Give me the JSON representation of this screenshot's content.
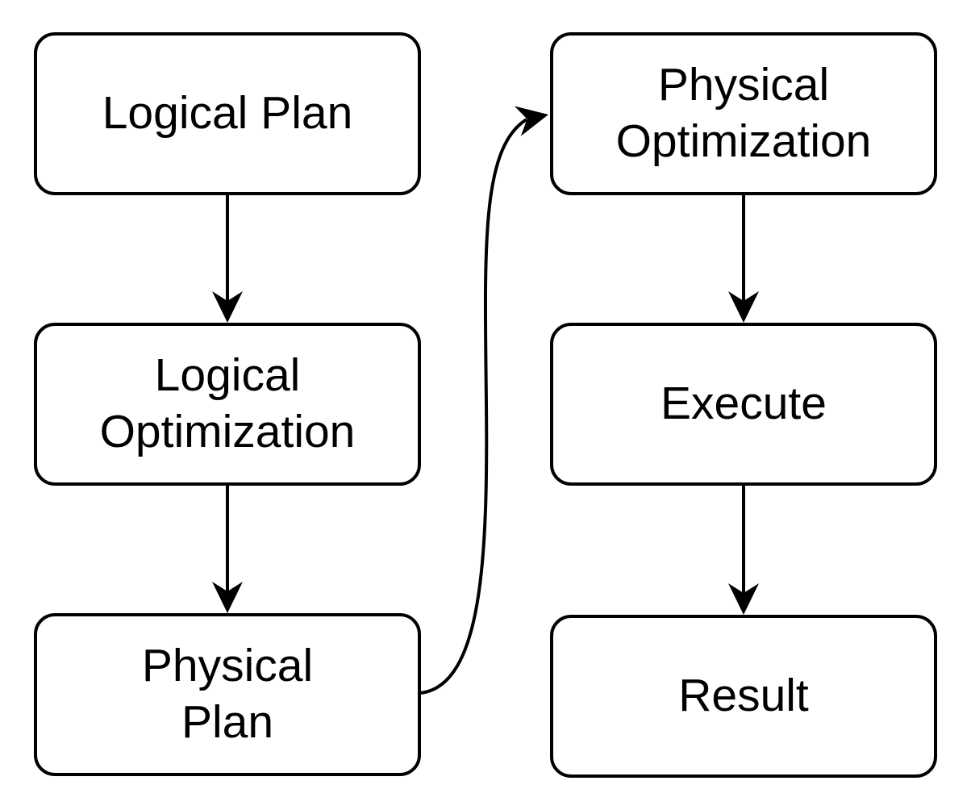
{
  "diagram": {
    "background_color": "#ffffff",
    "stroke_color": "#000000",
    "text_color": "#000000",
    "nodes": [
      {
        "id": "logical-plan",
        "label": "Logical Plan"
      },
      {
        "id": "logical-optimization",
        "label": "Logical\nOptimization"
      },
      {
        "id": "physical-plan",
        "label": "Physical\nPlan"
      },
      {
        "id": "physical-optimization",
        "label": "Physical\nOptimization"
      },
      {
        "id": "execute",
        "label": "Execute"
      },
      {
        "id": "result",
        "label": "Result"
      }
    ],
    "edges": [
      {
        "from": "logical-plan",
        "to": "logical-optimization",
        "style": "straight-down-arrow"
      },
      {
        "from": "logical-optimization",
        "to": "physical-plan",
        "style": "straight-down-arrow"
      },
      {
        "from": "physical-plan",
        "to": "physical-optimization",
        "style": "curved-arrow"
      },
      {
        "from": "physical-optimization",
        "to": "execute",
        "style": "straight-down-arrow"
      },
      {
        "from": "execute",
        "to": "result",
        "style": "straight-down-arrow"
      }
    ]
  }
}
